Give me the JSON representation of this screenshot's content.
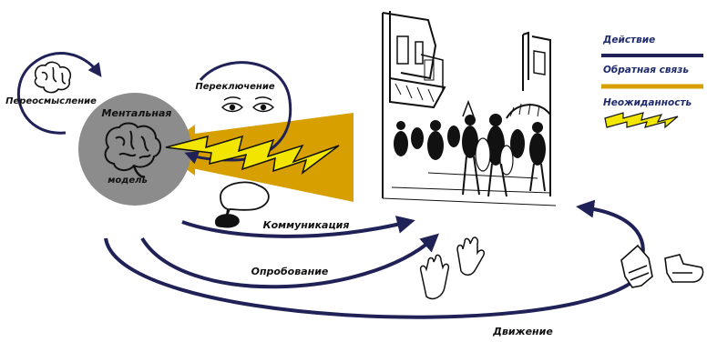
{
  "colors": {
    "action": "#1f2157",
    "feedback": "#d7a000",
    "surprise": "#f2e600",
    "model_circle": "#8c8c8c",
    "ink": "#111111",
    "background": "#ffffff"
  },
  "legend": {
    "action": "Действие",
    "feedback": "Обратная связь",
    "surprise": "Неожиданность"
  },
  "model": {
    "line1": "Ментальная",
    "line2": "модель"
  },
  "loops": {
    "rethinking": "Переосмысление",
    "switching": "Переключение",
    "communication": "Коммуникация",
    "testing": "Опробование",
    "movement": "Движение"
  },
  "icons": {
    "brain_small": "brain-icon",
    "brain_large": "brain-icon",
    "eyes": "eyes-icon",
    "speech": "speech-bubble-icon",
    "hands": "hands-icon",
    "boots": "boots-icon",
    "street": "street-scene-illustration",
    "lightning": "lightning-bolt-icon"
  }
}
